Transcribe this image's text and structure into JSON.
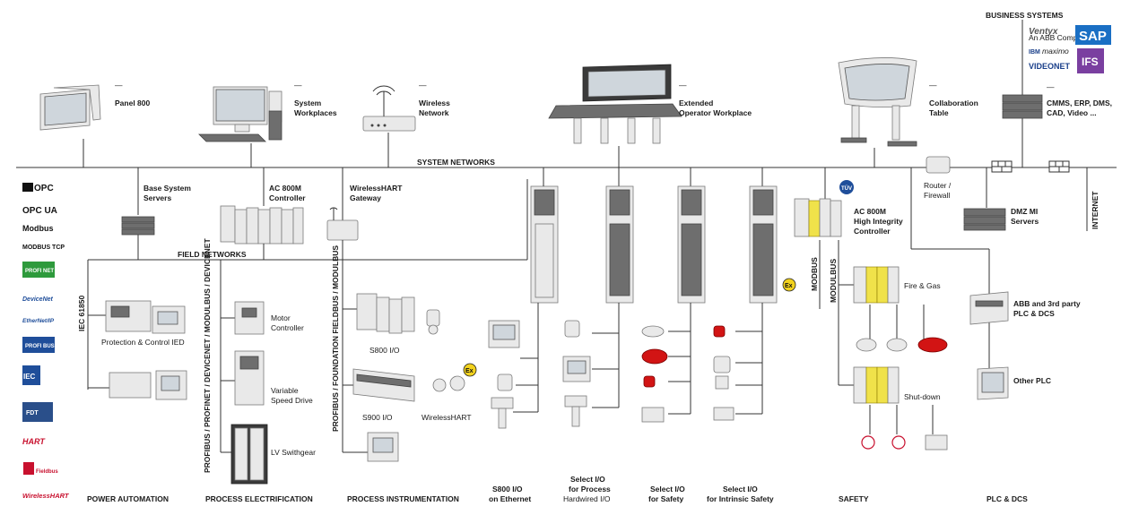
{
  "networks": {
    "system": "SYSTEM NETWORKS",
    "field": "FIELD NETWORKS"
  },
  "top_devices": {
    "panel800": "Panel 800",
    "system_workplaces": [
      "System",
      "Workplaces"
    ],
    "wireless_network": [
      "Wireless",
      "Network"
    ],
    "extended_operator": [
      "Extended",
      "Operator Workplace"
    ],
    "collaboration_table": [
      "Collaboration",
      "Table"
    ]
  },
  "business": {
    "title": "BUSINESS SYSTEMS",
    "logos": {
      "ventyx": "Ventyx",
      "ventyx_sub": "An ABB Company",
      "sap": "SAP",
      "ibm_maximo": "maximo",
      "ibm": "IBM",
      "videonet": "VIDEONET",
      "ifs": "IFS"
    },
    "label": [
      "CMMS, ERP, DMS,",
      "CAD, Video ..."
    ]
  },
  "mid_devices": {
    "base_servers": [
      "Base System",
      "Servers"
    ],
    "ac800m": [
      "AC 800M",
      "Controller"
    ],
    "wirelesshart_gw": [
      "WirelessHART",
      "Gateway"
    ],
    "router": [
      "Router /",
      "Firewall"
    ],
    "dmz": [
      "DMZ MI",
      "Servers"
    ],
    "internet": "INTERNET",
    "ac800m_hi": [
      "AC 800M",
      "High Integrity",
      "Controller"
    ]
  },
  "protocol_logos": {
    "opc": "OPC",
    "opc_ua": "OPC UA",
    "modbus": "Modbus",
    "modbus_tcp": "MODBUS TCP",
    "profinet": "PROFI NET",
    "devicenet": "DeviceNet",
    "ethernetip": "EtherNet/IP",
    "profibus": "PROFI BUS",
    "iec": "IEC",
    "fdt": "FDT",
    "hart": "HART",
    "fieldbus": "Fieldbus",
    "wirelesshart": "WirelessHART"
  },
  "bus_labels": {
    "iec61850": "IEC 61850",
    "profibus_dn": "PROFIBUS / PROFINET / DEVICENET / MODULBUS / DEVICENET",
    "profibus_ff": "PROFIBUS / FOUNDATION FIELDBUS / MODULBUS",
    "modbus": "MODBUS",
    "modulbus": "MODULBUS"
  },
  "field_devices": {
    "protection_ied": "Protection & Control IED",
    "motor_controller": [
      "Motor",
      "Controller"
    ],
    "vsd": [
      "Variable",
      "Speed Drive"
    ],
    "lv_switchgear": "LV Swithgear",
    "s800": "S800 I/O",
    "s900": "S900 I/O",
    "wirelesshart": "WirelessHART",
    "fire_gas": "Fire & Gas",
    "shutdown": "Shut-down",
    "abb_3rd": [
      "ABB and 3rd party",
      "PLC & DCS"
    ],
    "other_plc": "Other PLC",
    "ex": "Ex",
    "tuv": "TÜV"
  },
  "categories": {
    "power_automation": "POWER AUTOMATION",
    "process_electrification": "PROCESS ELECTRIFICATION",
    "process_instrumentation": "PROCESS INSTRUMENTATION",
    "s800_eth": [
      "S800 I/O",
      "on Ethernet"
    ],
    "select_process": [
      "Select I/O",
      "for Process",
      "Hardwired I/O"
    ],
    "select_safety": [
      "Select I/O",
      "for Safety"
    ],
    "select_intrinsic": [
      "Select I/O",
      "for Intrinsic Safety"
    ],
    "safety": "SAFETY",
    "plc_dcs": "PLC & DCS"
  },
  "colors": {
    "line": "#333333",
    "sap_blue": "#1a6fc4",
    "ifs_purple": "#7a3fa0",
    "profi_green": "#2e9a3c",
    "iec_blue": "#1f4e9a",
    "hart_red": "#c8102e",
    "ex_yellow": "#f2d21e"
  }
}
